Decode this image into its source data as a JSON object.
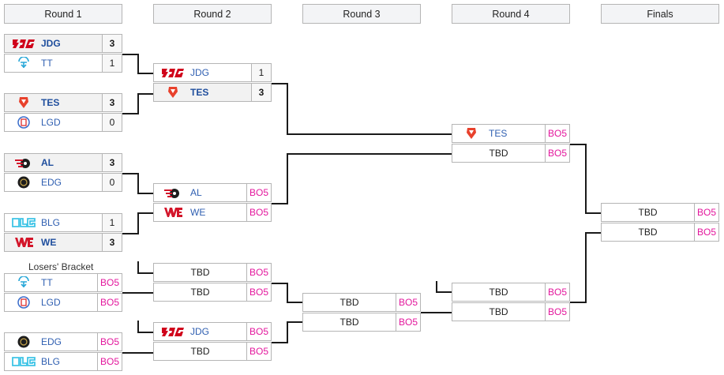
{
  "rounds": [
    "Round 1",
    "Round 2",
    "Round 3",
    "Round 4",
    "Finals"
  ],
  "losers_label": "Losers' Bracket",
  "score_format": "BO5",
  "tbd": "TBD",
  "teams": {
    "jdg": "JDG",
    "tt": "TT",
    "tes": "TES",
    "lgd": "LGD",
    "al": "AL",
    "edg": "EDG",
    "blg": "BLG",
    "we": "WE"
  },
  "scores": {
    "r1_jdg": "3",
    "r1_tt": "1",
    "r1_tes": "3",
    "r1_lgd": "0",
    "r1_al": "3",
    "r1_edg": "0",
    "r1_blg": "1",
    "r1_we": "3",
    "r2_jdg": "1",
    "r2_tes": "3"
  },
  "colors": {
    "accent": "#2f5fb1",
    "bo5": "#e3169c",
    "jdg": "#d0021b",
    "tes": "#e8412c",
    "tt": "#2aa8d8",
    "lgd": "#3a6bc9",
    "edg": "#1d1d1d",
    "blg": "#3ec4e6",
    "we": "#d3152a"
  }
}
